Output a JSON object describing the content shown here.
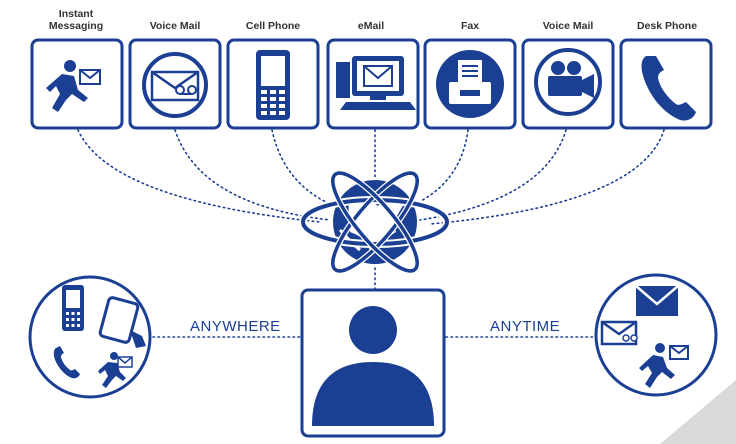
{
  "channels": [
    {
      "label": "Instant\nMessaging",
      "icon": "running-man-envelope-icon"
    },
    {
      "label": "Voice Mail",
      "icon": "voicemail-envelope-icon"
    },
    {
      "label": "Cell Phone",
      "icon": "cell-phone-icon"
    },
    {
      "label": "eMail",
      "icon": "computer-email-icon"
    },
    {
      "label": "Fax",
      "icon": "fax-machine-icon"
    },
    {
      "label": "Voice Mail",
      "icon": "video-camera-icon"
    },
    {
      "label": "Desk Phone",
      "icon": "phone-handset-icon"
    }
  ],
  "center": {
    "icon": "globe-orbit-icon"
  },
  "user": {
    "icon": "person-icon"
  },
  "left_label": "ANYWHERE",
  "right_label": "ANYTIME",
  "colors": {
    "primary": "#1b3f93",
    "text": "#333333",
    "accent_gray": "#d9d9d9"
  }
}
